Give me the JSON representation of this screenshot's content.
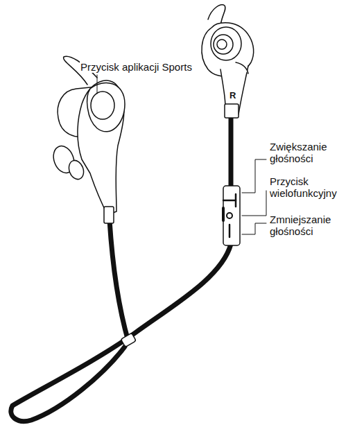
{
  "diagram": {
    "labels": [
      "Przycisk aplikacji Sports",
      "Zwiększanie głośności",
      "Przycisk wielofunkcyjny",
      "Zmniejszanie głośności",
      "R"
    ]
  }
}
